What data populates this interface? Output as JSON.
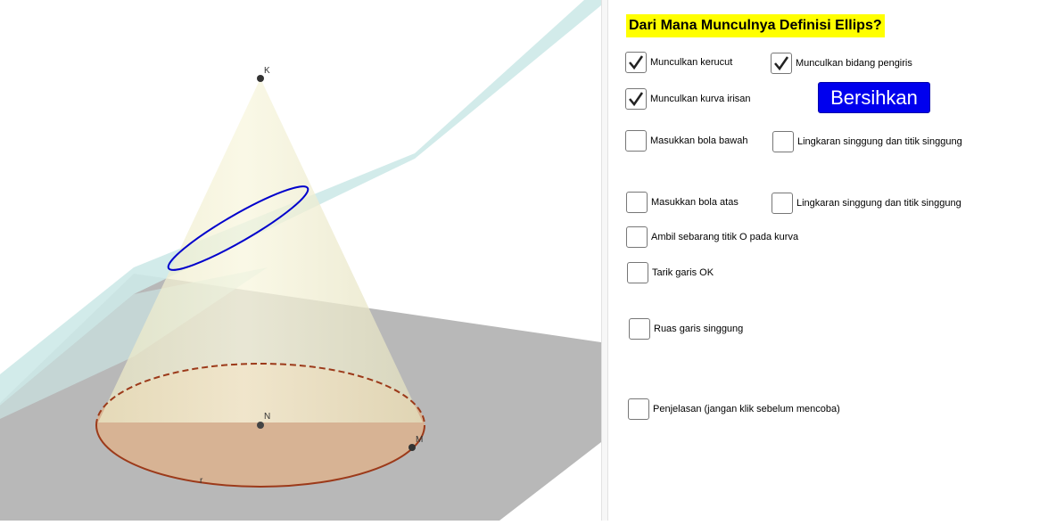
{
  "title": "Dari Mana Munculnya Definisi Ellips?",
  "points": {
    "apex": "K",
    "center": "N",
    "rim": "M",
    "curve": "r"
  },
  "button": {
    "label": "Bersihkan"
  },
  "checkboxes": [
    {
      "label": "Munculkan kerucut",
      "checked": true
    },
    {
      "label": "Munculkan bidang pengiris",
      "checked": true
    },
    {
      "label": "Munculkan kurva irisan",
      "checked": true
    },
    {
      "label": "Masukkan bola bawah",
      "checked": false
    },
    {
      "label": "Lingkaran singgung dan titik singgung",
      "checked": false
    },
    {
      "label": "Masukkan bola atas",
      "checked": false
    },
    {
      "label": "Lingkaran singgung dan titik singgung",
      "checked": false
    },
    {
      "label": "Ambil sebarang titik O pada kurva",
      "checked": false
    },
    {
      "label": "Tarik garis OK",
      "checked": false
    },
    {
      "label": "Ruas garis singgung",
      "checked": false
    },
    {
      "label": "Penjelasan (jangan klik sebelum mencoba)",
      "checked": false
    }
  ],
  "colors": {
    "button": "#0000ee",
    "title_bg": "#ffff00",
    "ellipse": "#0000cc",
    "base_circle": "#9c3a1a",
    "cone": "#f1efce",
    "plane": "#cde9e8",
    "ground": "#b8b8b8"
  }
}
